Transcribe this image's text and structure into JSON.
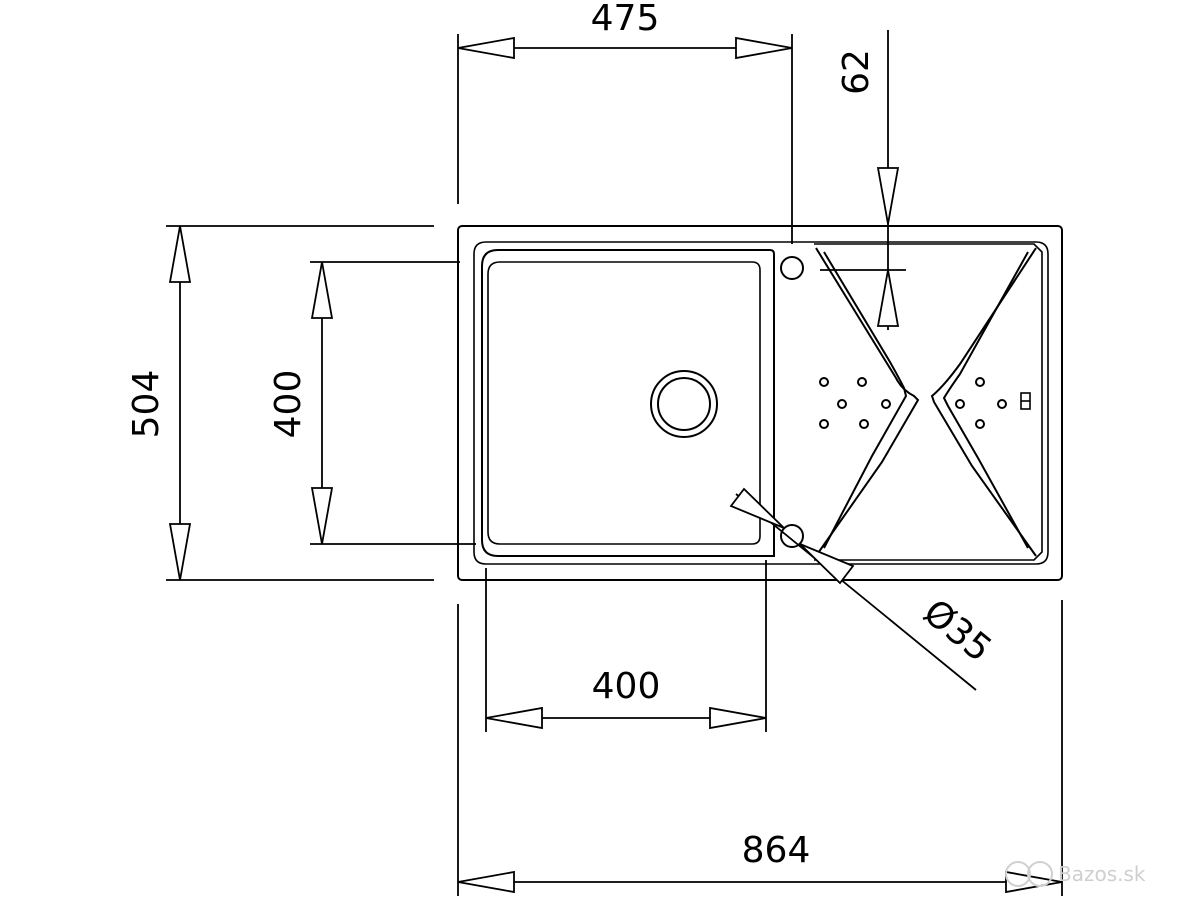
{
  "dimensions": {
    "top_width": "475",
    "drainer_offset": "62",
    "overall_depth": "504",
    "bowl_depth": "400",
    "bowl_width": "400",
    "overflow_diameter": "Ø35",
    "overall_width": "864"
  },
  "watermark": {
    "text": "Bazos.sk",
    "logo_icon": "bazos-logo-icon"
  }
}
